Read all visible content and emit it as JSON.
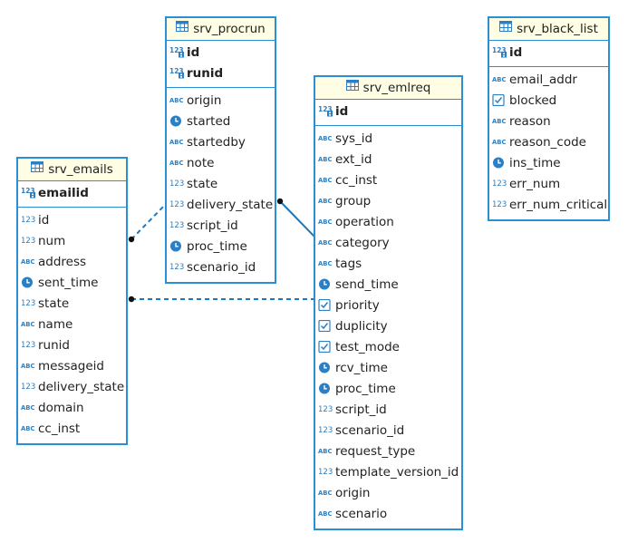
{
  "tables": [
    {
      "id": "srv_procrun",
      "title": "srv_procrun",
      "keys": [
        {
          "name": "id",
          "type": "num-key"
        },
        {
          "name": "runid",
          "type": "num-key"
        }
      ],
      "columns": [
        {
          "name": "origin",
          "type": "text"
        },
        {
          "name": "started",
          "type": "time"
        },
        {
          "name": "startedby",
          "type": "text"
        },
        {
          "name": "note",
          "type": "text"
        },
        {
          "name": "state",
          "type": "num"
        },
        {
          "name": "delivery_state",
          "type": "num"
        },
        {
          "name": "script_id",
          "type": "num"
        },
        {
          "name": "proc_time",
          "type": "time"
        },
        {
          "name": "scenario_id",
          "type": "num"
        }
      ]
    },
    {
      "id": "srv_emails",
      "title": "srv_emails",
      "keys": [
        {
          "name": "emailid",
          "type": "num-key"
        }
      ],
      "columns": [
        {
          "name": "id",
          "type": "num"
        },
        {
          "name": "num",
          "type": "num"
        },
        {
          "name": "address",
          "type": "text"
        },
        {
          "name": "sent_time",
          "type": "time"
        },
        {
          "name": "state",
          "type": "num"
        },
        {
          "name": "name",
          "type": "text"
        },
        {
          "name": "runid",
          "type": "num"
        },
        {
          "name": "messageid",
          "type": "text"
        },
        {
          "name": "delivery_state",
          "type": "num"
        },
        {
          "name": "domain",
          "type": "text"
        },
        {
          "name": "cc_inst",
          "type": "text"
        }
      ]
    },
    {
      "id": "srv_emlreq",
      "title": "srv_emlreq",
      "keys": [
        {
          "name": "id",
          "type": "num-key"
        }
      ],
      "columns": [
        {
          "name": "sys_id",
          "type": "text"
        },
        {
          "name": "ext_id",
          "type": "text"
        },
        {
          "name": "cc_inst",
          "type": "text"
        },
        {
          "name": "group",
          "type": "text"
        },
        {
          "name": "operation",
          "type": "text"
        },
        {
          "name": "category",
          "type": "text"
        },
        {
          "name": "tags",
          "type": "text"
        },
        {
          "name": "send_time",
          "type": "time"
        },
        {
          "name": "priority",
          "type": "bool"
        },
        {
          "name": "duplicity",
          "type": "bool"
        },
        {
          "name": "test_mode",
          "type": "bool"
        },
        {
          "name": "rcv_time",
          "type": "time"
        },
        {
          "name": "proc_time",
          "type": "time"
        },
        {
          "name": "script_id",
          "type": "num"
        },
        {
          "name": "scenario_id",
          "type": "num"
        },
        {
          "name": "request_type",
          "type": "text"
        },
        {
          "name": "template_version_id",
          "type": "num"
        },
        {
          "name": "origin",
          "type": "text"
        },
        {
          "name": "scenario",
          "type": "text"
        }
      ]
    },
    {
      "id": "srv_black_list",
      "title": "srv_black_list",
      "keys": [
        {
          "name": "id",
          "type": "num-key"
        }
      ],
      "columns": [
        {
          "name": "email_addr",
          "type": "text"
        },
        {
          "name": "blocked",
          "type": "bool"
        },
        {
          "name": "reason",
          "type": "text"
        },
        {
          "name": "reason_code",
          "type": "text"
        },
        {
          "name": "ins_time",
          "type": "time"
        },
        {
          "name": "err_num",
          "type": "num"
        },
        {
          "name": "err_num_critical",
          "type": "num"
        }
      ]
    }
  ],
  "relationships": [
    {
      "from": "srv_emails",
      "to": "srv_procrun",
      "style": "dashed"
    },
    {
      "from": "srv_emails",
      "to": "srv_emlreq",
      "style": "dashed"
    },
    {
      "from": "srv_emlreq",
      "to": "srv_procrun",
      "style": "solid"
    }
  ],
  "colors": {
    "border": "#2b8fd6",
    "header_bg": "#fffde4",
    "icon": "#2b7fc4",
    "connector": "#1a78bf"
  }
}
